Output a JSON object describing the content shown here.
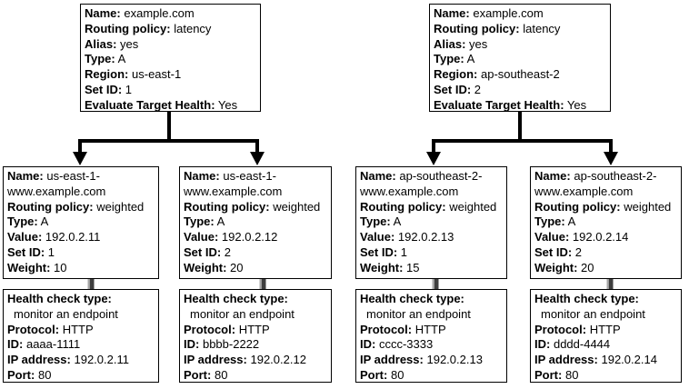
{
  "style": {
    "background": "#ffffff",
    "box_border_color": "#000000",
    "connector_color": "#000000",
    "health_link_dark": "#3f3f3f",
    "health_link_light": "#a8a8a8"
  },
  "latency_records": [
    {
      "name_label": "Name:",
      "name": "example.com",
      "routing_label": "Routing policy:",
      "routing": "latency",
      "alias_label": "Alias:",
      "alias": "yes",
      "type_label": "Type:",
      "type": "A",
      "region_label": "Region:",
      "region": "us-east-1",
      "set_id_label": "Set ID:",
      "set_id": "1",
      "eval_label": "Evaluate Target Health:",
      "eval": "Yes"
    },
    {
      "name_label": "Name:",
      "name": "example.com",
      "routing_label": "Routing policy:",
      "routing": "latency",
      "alias_label": "Alias:",
      "alias": "yes",
      "type_label": "Type:",
      "type": "A",
      "region_label": "Region:",
      "region": "ap-southeast-2",
      "set_id_label": "Set ID:",
      "set_id": "2",
      "eval_label": "Evaluate Target Health:",
      "eval": "Yes"
    }
  ],
  "weighted_records": [
    {
      "name_label": "Name:",
      "name": "us-east-1-www.example.com",
      "routing_label": "Routing policy:",
      "routing": "weighted",
      "type_label": "Type:",
      "type": "A",
      "value_label": "Value:",
      "value": "192.0.2.11",
      "set_id_label": "Set ID:",
      "set_id": "1",
      "weight_label": "Weight:",
      "weight": "10"
    },
    {
      "name_label": "Name:",
      "name": "us-east-1-www.example.com",
      "routing_label": "Routing policy:",
      "routing": "weighted",
      "type_label": "Type:",
      "type": "A",
      "value_label": "Value:",
      "value": "192.0.2.12",
      "set_id_label": "Set ID:",
      "set_id": "2",
      "weight_label": "Weight:",
      "weight": "20"
    },
    {
      "name_label": "Name:",
      "name": "ap-southeast-2-www.example.com",
      "routing_label": "Routing policy:",
      "routing": "weighted",
      "type_label": "Type:",
      "type": "A",
      "value_label": "Value:",
      "value": "192.0.2.13",
      "set_id_label": "Set ID:",
      "set_id": "1",
      "weight_label": "Weight:",
      "weight": "15"
    },
    {
      "name_label": "Name:",
      "name": "ap-southeast-2-www.example.com",
      "routing_label": "Routing policy:",
      "routing": "weighted",
      "type_label": "Type:",
      "type": "A",
      "value_label": "Value:",
      "value": "192.0.2.14",
      "set_id_label": "Set ID:",
      "set_id": "2",
      "weight_label": "Weight:",
      "weight": "20"
    }
  ],
  "health_checks": [
    {
      "type_label": "Health check type:",
      "type_value": "monitor an endpoint",
      "protocol_label": "Protocol:",
      "protocol": "HTTP",
      "id_label": "ID:",
      "id": "aaaa-1111",
      "ip_label": "IP address:",
      "ip": "192.0.2.11",
      "port_label": "Port:",
      "port": "80"
    },
    {
      "type_label": "Health check type:",
      "type_value": "monitor an endpoint",
      "protocol_label": "Protocol:",
      "protocol": "HTTP",
      "id_label": "ID:",
      "id": "bbbb-2222",
      "ip_label": "IP address:",
      "ip": "192.0.2.12",
      "port_label": "Port:",
      "port": "80"
    },
    {
      "type_label": "Health check type:",
      "type_value": "monitor an endpoint",
      "protocol_label": "Protocol:",
      "protocol": "HTTP",
      "id_label": "ID:",
      "id": "cccc-3333",
      "ip_label": "IP address:",
      "ip": "192.0.2.13",
      "port_label": "Port:",
      "port": "80"
    },
    {
      "type_label": "Health check type:",
      "type_value": "monitor an endpoint",
      "protocol_label": "Protocol:",
      "protocol": "HTTP",
      "id_label": "ID:",
      "id": "dddd-4444",
      "ip_label": "IP address:",
      "ip": "192.0.2.14",
      "port_label": "Port:",
      "port": "80"
    }
  ]
}
